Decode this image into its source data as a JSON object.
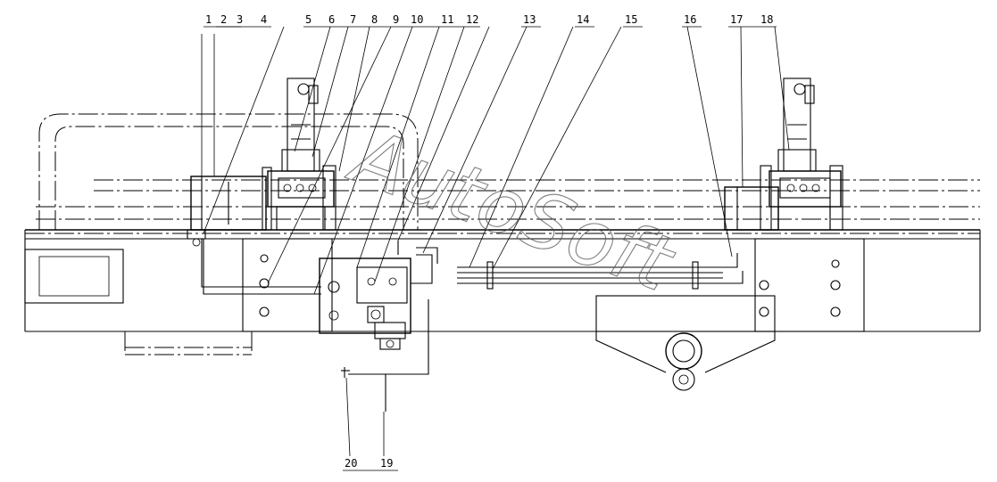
{
  "watermark": "AutoSoft",
  "callouts": [
    "1",
    "2",
    "3",
    "4",
    "5",
    "6",
    "7",
    "8",
    "9",
    "10",
    "11",
    "12",
    "13",
    "14",
    "15",
    "16",
    "17",
    "18",
    "19",
    "20"
  ]
}
